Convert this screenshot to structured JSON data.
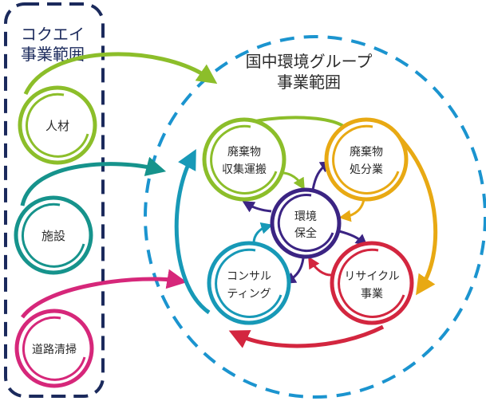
{
  "left_panel": {
    "title_line1": "コクエイ",
    "title_line2": "事業範囲",
    "items": [
      {
        "label": "人材",
        "color": "#8cbe2a"
      },
      {
        "label": "施設",
        "color": "#16938c"
      },
      {
        "label": "道路清掃",
        "color": "#d6277a"
      }
    ]
  },
  "right_panel": {
    "title_line1": "国中環境グループ",
    "title_line2": "事業範囲",
    "center": {
      "line1": "環境",
      "line2": "保全",
      "color": "#3b2483"
    },
    "nodes": [
      {
        "line1": "廃棄物",
        "line2": "収集運搬",
        "color": "#8cbe2a"
      },
      {
        "line1": "廃棄物",
        "line2": "処分業",
        "color": "#e8a913"
      },
      {
        "line1": "リサイクル",
        "line2": "事業",
        "color": "#d3263f"
      },
      {
        "line1": "コンサル",
        "line2": "ティング",
        "color": "#1799b7"
      }
    ]
  },
  "colors": {
    "left_frame": "#1b2a5c",
    "right_frame": "#1b94cf",
    "text": "#2a2a2a",
    "left_title": "#1b2a5c"
  }
}
